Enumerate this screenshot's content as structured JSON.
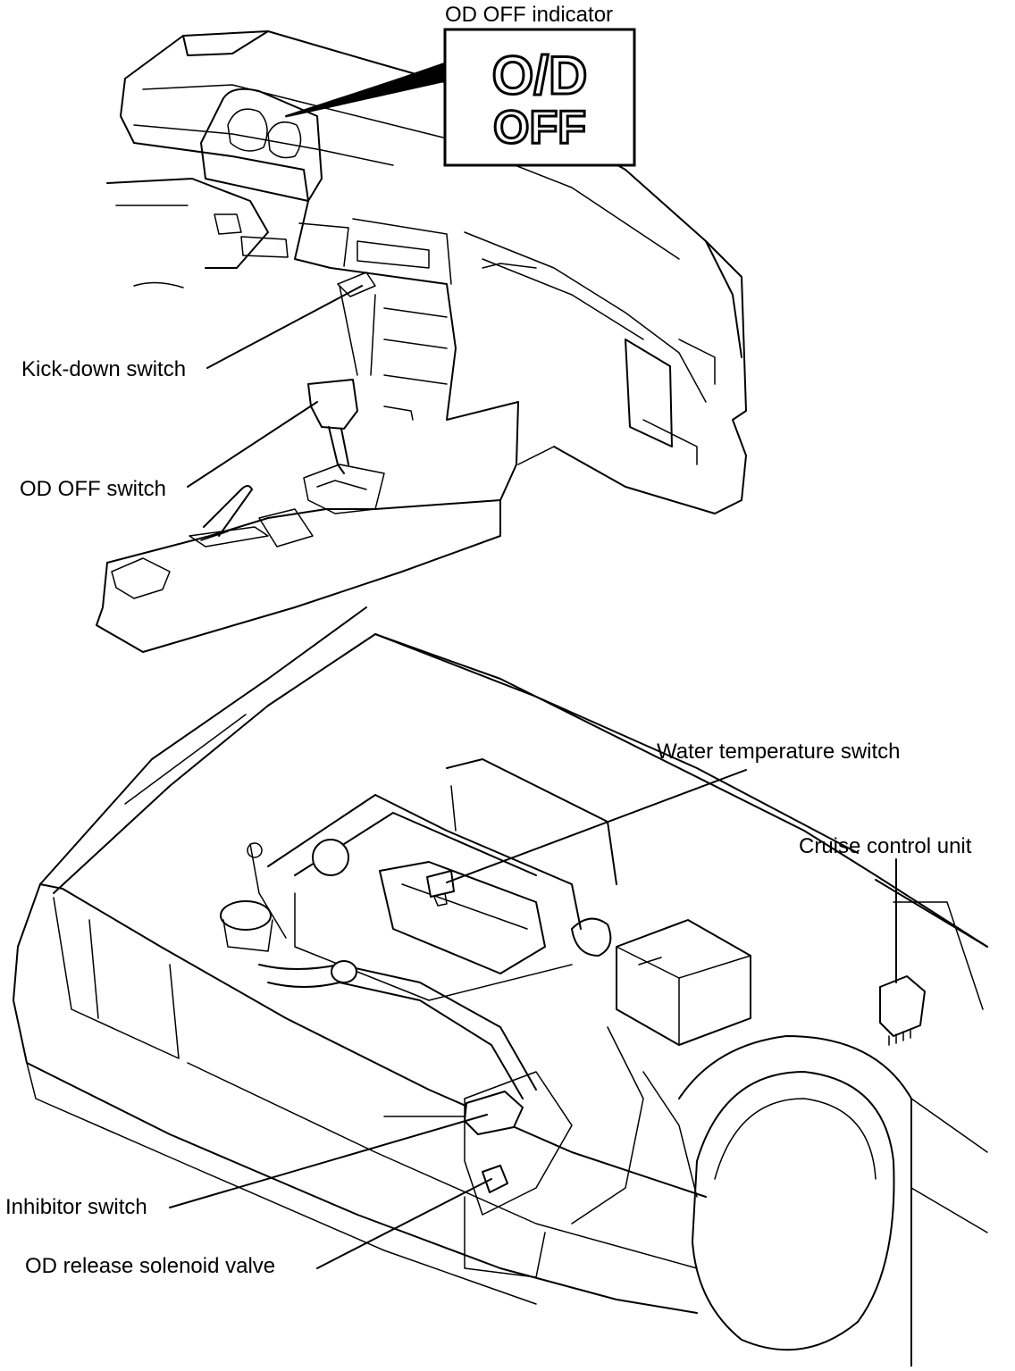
{
  "labels": {
    "od_off_indicator": "OD OFF indicator",
    "kick_down_switch": "Kick-down switch",
    "od_off_switch": "OD OFF switch",
    "water_temperature_switch": "Water temperature switch",
    "cruise_control_unit": "Cruise control unit",
    "inhibitor_switch": "Inhibitor switch",
    "od_release_solenoid_valve": "OD release solenoid valve"
  },
  "indicator_display": {
    "line1": "O/D",
    "line2": "OFF"
  }
}
